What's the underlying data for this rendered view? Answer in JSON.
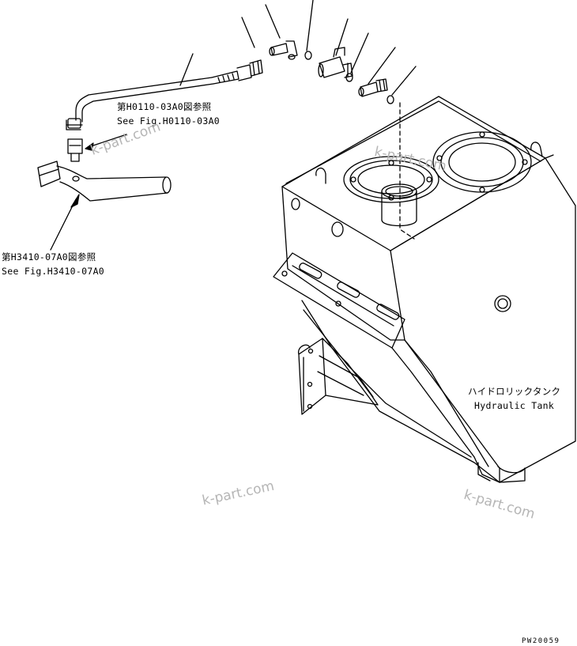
{
  "callouts": {
    "hose_ref": {
      "jp": "第H0110-03A0図参照",
      "en": "See Fig.H0110-03A0"
    },
    "pipe_ref": {
      "jp": "第H3410-07A0図参照",
      "en": "See Fig.H3410-07A0"
    },
    "tank": {
      "jp": "ハイドロリックタンク",
      "en": "Hydraulic Tank"
    }
  },
  "watermarks": [
    "k-part.com",
    "k-part.com",
    "k-part.com",
    "k-part.com"
  ],
  "drawing_code": "PW20059"
}
